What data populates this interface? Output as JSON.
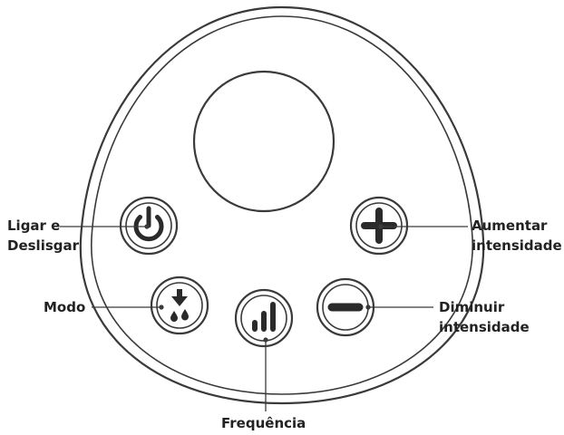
{
  "colors": {
    "outline": "#3a3a3a",
    "button_fill": "#ffffff",
    "icon": "#2a2a2a",
    "leader": "#3a3a3a",
    "text": "#222222",
    "background": "#ffffff"
  },
  "labels": {
    "power": {
      "line1": "Ligar e",
      "line2": "Deslisgar"
    },
    "mode": "Modo",
    "frequency": "Frequência",
    "increase": {
      "line1": "Aumentar",
      "line2": "intensidade"
    },
    "decrease": {
      "line1": "Diminuir",
      "line2": "intensidade"
    }
  },
  "icons": {
    "power": "power-icon",
    "mode": "arrow-droplets-icon",
    "frequency": "signal-bars-icon",
    "increase": "plus-icon",
    "decrease": "minus-icon"
  }
}
